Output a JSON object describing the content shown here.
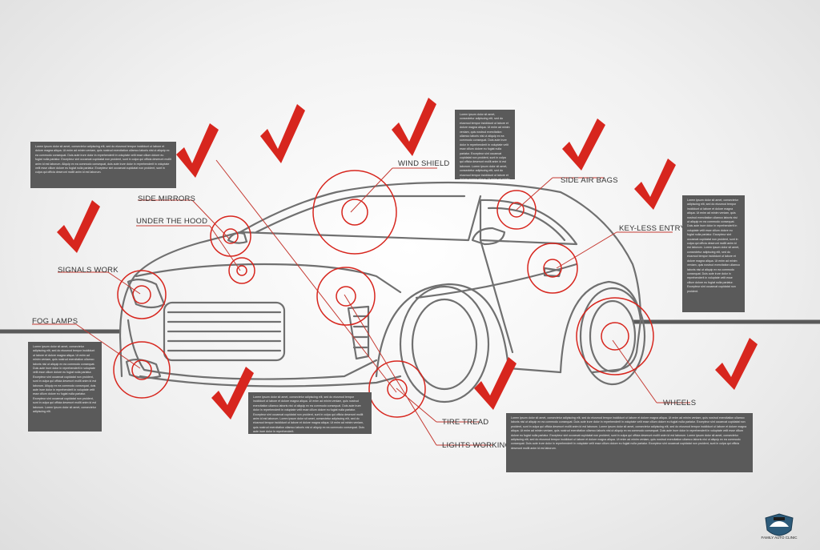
{
  "labels": {
    "wind_shield": "WIND SHIELD",
    "side_air_bags": "SIDE AIR BAGS",
    "side_mirrors": "SIDE MIRRORS",
    "under_the_hood": "UNDER THE HOOD",
    "key_less_entry": "KEY-LESS ENTRY",
    "signals_work": "SIGNALS WORK",
    "fog_lamps": "FOG LAMPS",
    "wheels": "WHEELS",
    "tire_tread": "TIRE TREAD",
    "lights_working": "LIGHTS WORKING"
  },
  "placeholder_text": {
    "box_top_left": "Lorem ipsum dolor sit amet, consectetur adipiscing elit, sed do eiusmod tempor incididunt ut labore et dolore magna aliqua. Ut enim ad minim veniam, quis nostrud exercitation ullamco laboris nisi ut aliquip ex ea commodo consequat. Duis aute irure dolor in reprehenderit in voluptate velit esse cillum dolore eu fugiat nulla pariatur. Excepteur sint occaecat cupidatat non proident, sunt in culpa qui officia deserunt mollit anim id est laborum. Aliquip ex ea commodo consequat, duis aute irure dolor in reprehenderit in voluptate velit esse cillum dolore eu fugiat nulla pariatur. Excepteur sint occaecat cupidatat non proident, sunt in culpa qui officia deserunt mollit anim id est laborum.",
    "box_top_center": "Lorem ipsum dolor sit amet, consectetur adipiscing elit, sed do eiusmod tempor incididunt ut labore et dolore magna aliqua. Ut enim ad minim veniam, quis nostrud exercitation ullamco laboris nisi ut aliquip ex ea commodo consequat. Duis aute irure dolor in reprehenderit in voluptate velit esse cillum dolore eu fugiat nulla pariatur. Excepteur sint occaecat cupidatat non proident, sunt in culpa qui officia deserunt mollit anim id est laborum. Lorem ipsum dolor sit amet, consectetur adipiscing elit, sed do eiusmod tempor incididunt ut labore et dolore magna aliqua. Ut enim ad minim veniam, quis nostrud exercitation ullamco laboris nisi ut aliquip.",
    "box_right": "Lorem ipsum dolor sit amet, consectetur adipiscing elit, sed do eiusmod tempor incididunt ut labore et dolore magna aliqua. Ut enim ad minim veniam, quis nostrud exercitation ullamco laboris nisi ut aliquip ex ea commodo consequat. Duis aute irure dolor in reprehenderit in voluptate velit esse cillum dolore eu fugiat nulla pariatur. Excepteur sint occaecat cupidatat non proident, sunt in culpa qui officia deserunt mollit anim id est laborum. Lorem ipsum dolor sit amet, consectetur adipiscing elit, sed do eiusmod tempor incididunt ut labore et dolore magna aliqua. Ut enim ad minim veniam, quis nostrud exercitation ullamco laboris nisi ut aliquip ex ea commodo consequat. Duis aute irure dolor in reprehenderit in voluptate velit esse cillum dolore eu fugiat nulla pariatur. Excepteur sint occaecat cupidatat non proident.",
    "box_left": "Lorem ipsum dolor sit amet, consectetur adipiscing elit, sed do eiusmod tempor incididunt ut labore et dolore magna aliqua. Ut enim ad minim veniam, quis nostrud exercitation ullamco laboris nisi ut aliquip ex ea commodo consequat. Duis aute irure dolor in reprehenderit in voluptate velit esse cillum dolore eu fugiat nulla pariatur. Excepteur sint occaecat cupidatat non proident, sunt in culpa qui officia deserunt mollit anim id est laborum. Aliquip ex ea commodo consequat, duis aute irure dolor in reprehenderit in voluptate velit esse cillum dolore eu fugiat nulla pariatur. Excepteur sint occaecat cupidatat non proident, sunt in culpa qui officia deserunt mollit anim id est laborum. Lorem ipsum dolor sit amet, consectetur adipiscing elit.",
    "box_bottom_center": "Lorem ipsum dolor sit amet, consectetur adipiscing elit, sed do eiusmod tempor incididunt ut labore et dolore magna aliqua. Ut enim ad minim veniam, quis nostrud exercitation ullamco laboris nisi ut aliquip ex ea commodo consequat. Duis aute irure dolor in reprehenderit in voluptate velit esse cillum dolore eu fugiat nulla pariatur. Excepteur sint occaecat cupidatat non proident, sunt in culpa qui officia deserunt mollit anim id est laborum. Lorem ipsum dolor sit amet, consectetur adipiscing elit, sed do eiusmod tempor incididunt ut labore et dolore magna aliqua. Ut enim ad minim veniam, quis nostrud exercitation ullamco laboris nisi ut aliquip ex ea commodo consequat. Duis aute irure dolor in reprehenderit.",
    "box_bottom_right": "Lorem ipsum dolor sit amet, consectetur adipiscing elit, sed do eiusmod tempor incididunt ut labore et dolore magna aliqua. Ut enim ad minim veniam, quis nostrud exercitation ullamco laboris nisi ut aliquip ex ea commodo consequat. Duis aute irure dolor in reprehenderit in voluptate velit esse cillum dolore eu fugiat nulla pariatur. Excepteur sint occaecat cupidatat non proident, sunt in culpa qui officia deserunt mollit anim id est laborum. Lorem ipsum dolor sit amet, consectetur adipiscing elit, sed do eiusmod tempor incididunt ut labore et dolore magna aliqua. Ut enim ad minim veniam, quis nostrud exercitation ullamco laboris nisi ut aliquip ex ea commodo consequat. Duis aute irure dolor in reprehenderit in voluptate velit esse cillum dolore eu fugiat nulla pariatur. Excepteur sint occaecat cupidatat non proident, sunt in culpa qui officia deserunt mollit anim id est laborum. Lorem ipsum dolor sit amet, consectetur adipiscing elit, sed do eiusmod tempor incididunt ut labore et dolore magna aliqua. Ut enim ad minim veniam, quis nostrud exercitation ullamco laboris nisi ut aliquip ex ea commodo consequat. Duis aute irure dolor in reprehenderit in voluptate velit esse cillum dolore eu fugiat nulla pariatur. Excepteur sint occaecat cupidatat non proident, sunt in culpa qui officia deserunt mollit anim id est laborum."
  },
  "logo_text": "FAMILY AUTO CLINIC",
  "colors": {
    "accent_red": "#d7261e",
    "car_outline": "#707070",
    "callout_line": "#c53a32",
    "text_box": "#5a5a5a",
    "horizon_line": "#5a5a5a"
  },
  "icons": [
    "check-mark-icon",
    "shield-car-logo-icon"
  ]
}
